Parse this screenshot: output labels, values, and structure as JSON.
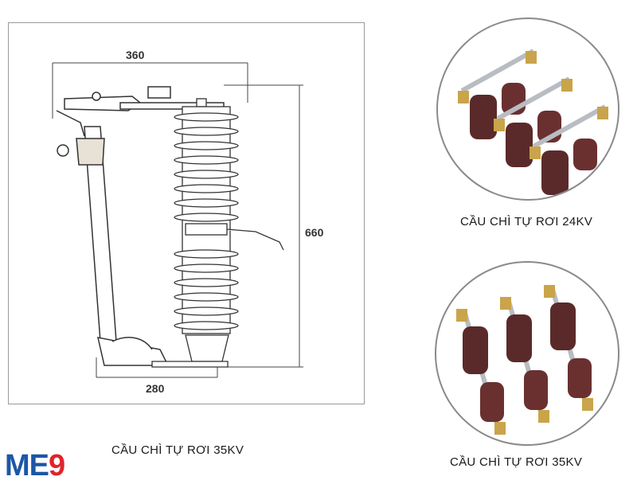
{
  "drawing": {
    "dim_top": "360",
    "dim_right": "660",
    "dim_bottom": "280"
  },
  "captions": {
    "drawing": "CẦU CHÌ TỰ RƠI 35KV",
    "photo_top": "CẦU CHÌ TỰ RƠI 24KV",
    "photo_bottom": "CẦU CHÌ TỰ RƠI 35KV"
  },
  "logo": {
    "letters": "ME",
    "digit": "9"
  },
  "colors": {
    "insulator_brown": "#5a2a2a",
    "metal_silver": "#b9bcc2",
    "brass": "#c9a44a",
    "logo_blue": "#1b57a8",
    "logo_red": "#e0242b"
  }
}
